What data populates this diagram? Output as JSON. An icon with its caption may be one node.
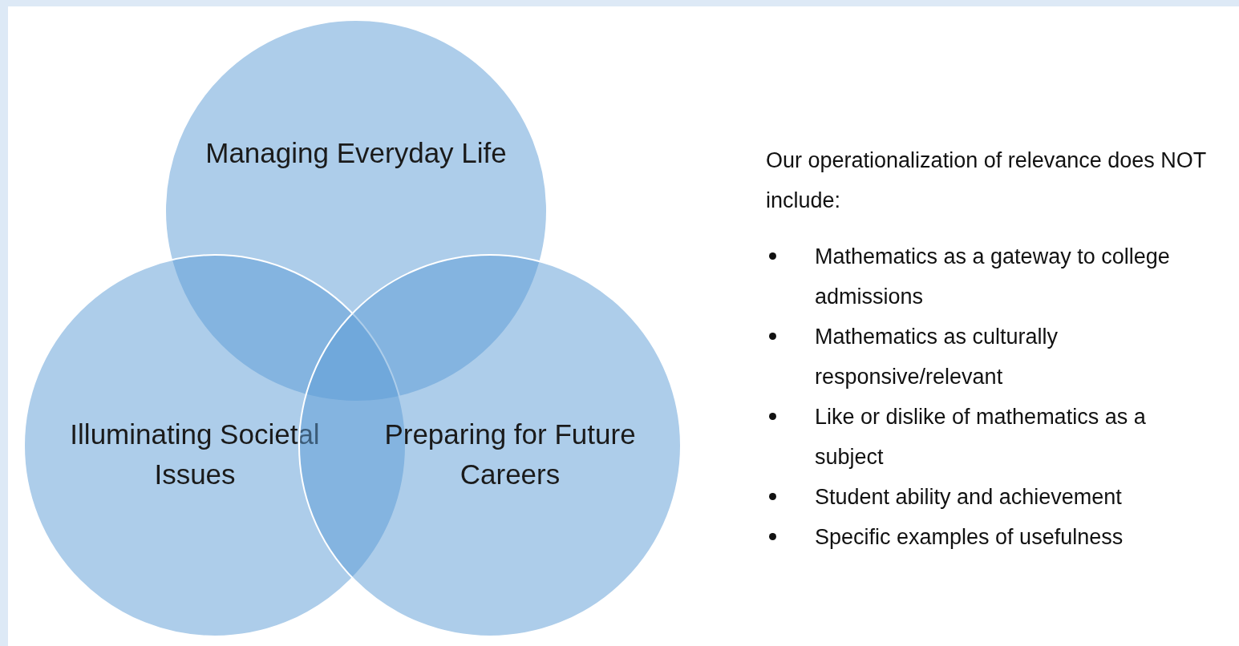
{
  "diagram": {
    "nodes": [
      {
        "text": [
          "Managing Everyday Life"
        ]
      },
      {
        "text": [
          "Illuminating Societal Issues"
        ]
      },
      {
        "text": [
          "Preparing for Future Careers"
        ]
      }
    ],
    "labels": [
      "Our operationalization of relevance does NOT include:",
      "Mathematics as a gateway to college admissions",
      "Mathematics as culturally responsive/relevant",
      "Like or dislike of mathematics as a subject",
      "Student ability and achievement",
      "Specific examples of usefulness"
    ]
  }
}
